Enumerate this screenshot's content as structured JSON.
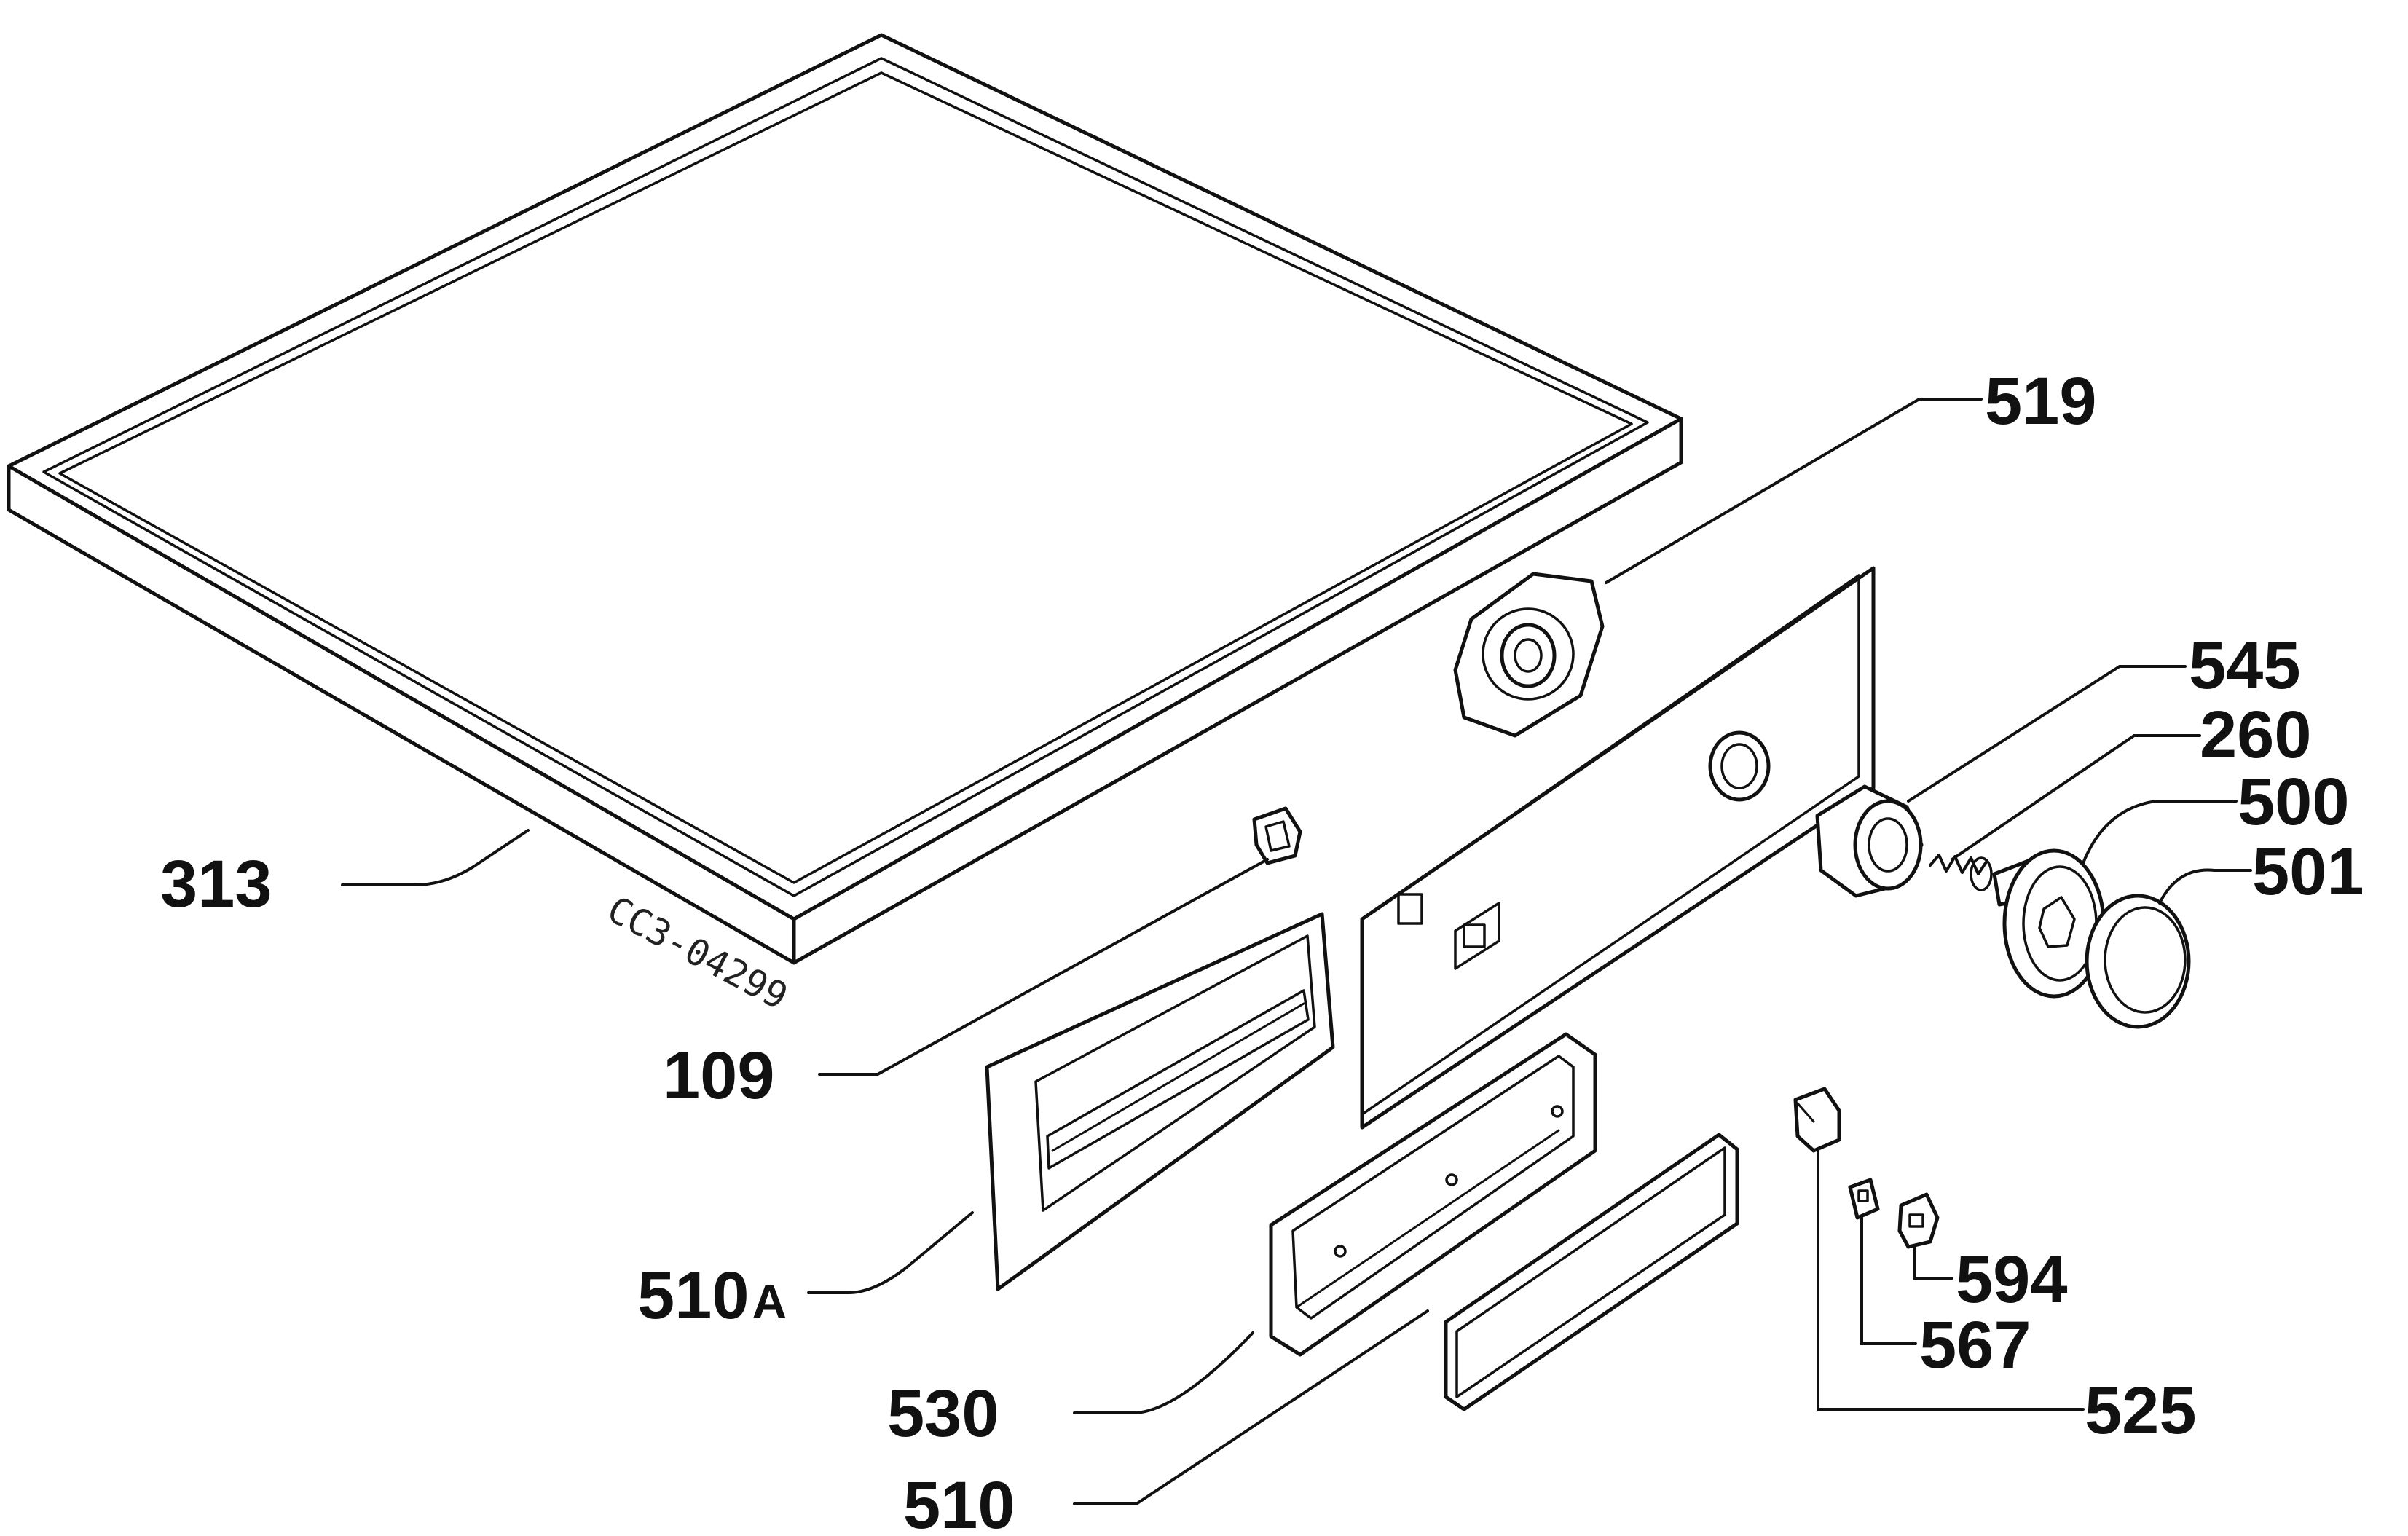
{
  "drawing": {
    "code": "CC3-04299"
  },
  "labels": {
    "l313": "313",
    "l519": "519",
    "l545": "545",
    "l260": "260",
    "l500": "500",
    "l501": "501",
    "l109": "109",
    "l510A_num": "510",
    "l510A_suffix": "A",
    "l594": "594",
    "l567": "567",
    "l525": "525",
    "l530": "530",
    "l510": "510"
  },
  "colors": {
    "ink": "#111111",
    "paper": "#ffffff"
  }
}
